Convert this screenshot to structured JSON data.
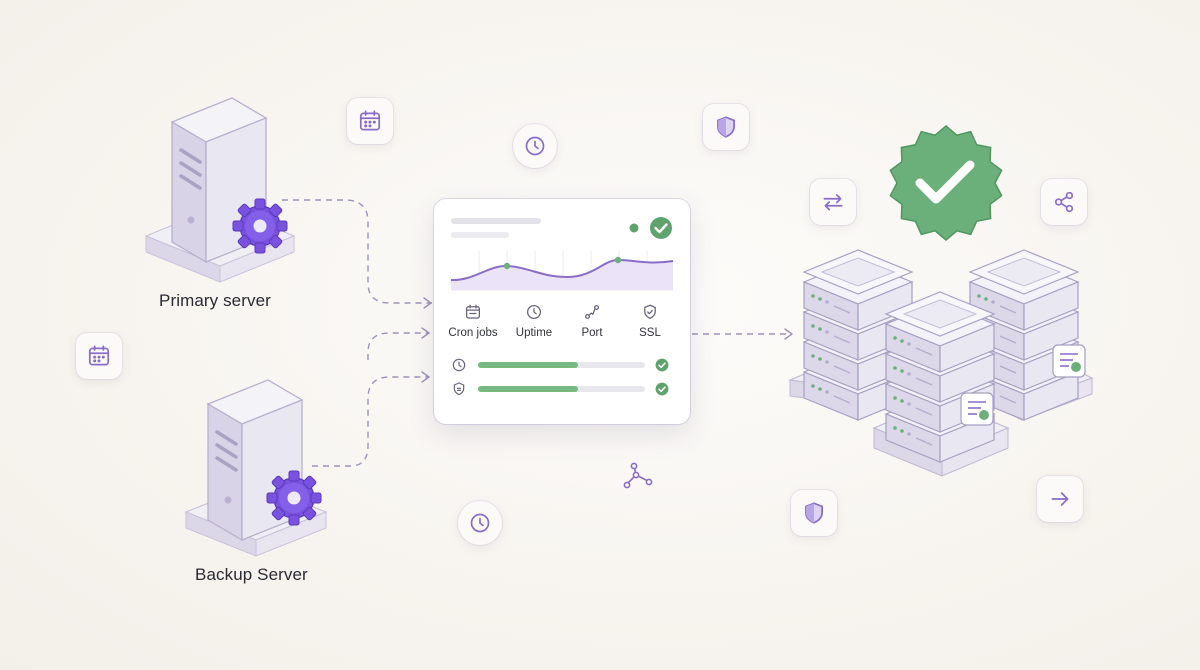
{
  "servers": {
    "primary_label": "Primary server",
    "backup_label": "Backup Server"
  },
  "monitor_card": {
    "metrics": [
      {
        "label": "Cron jobs",
        "icon": "calendar-icon"
      },
      {
        "label": "Uptime",
        "icon": "clock-icon"
      },
      {
        "label": "Port",
        "icon": "port-icon"
      },
      {
        "label": "SSL",
        "icon": "shield-icon"
      }
    ],
    "progress": [
      {
        "icon": "clock-icon",
        "fraction": 0.6,
        "status": "check-icon"
      },
      {
        "icon": "shield-icon",
        "fraction": 0.6,
        "status": "check-icon"
      }
    ]
  },
  "colors": {
    "accent_purple": "#8a6cc9",
    "gear_purple": "#7a52e0",
    "success_green": "#5fa36c",
    "badge_green": "#6bb07a"
  }
}
